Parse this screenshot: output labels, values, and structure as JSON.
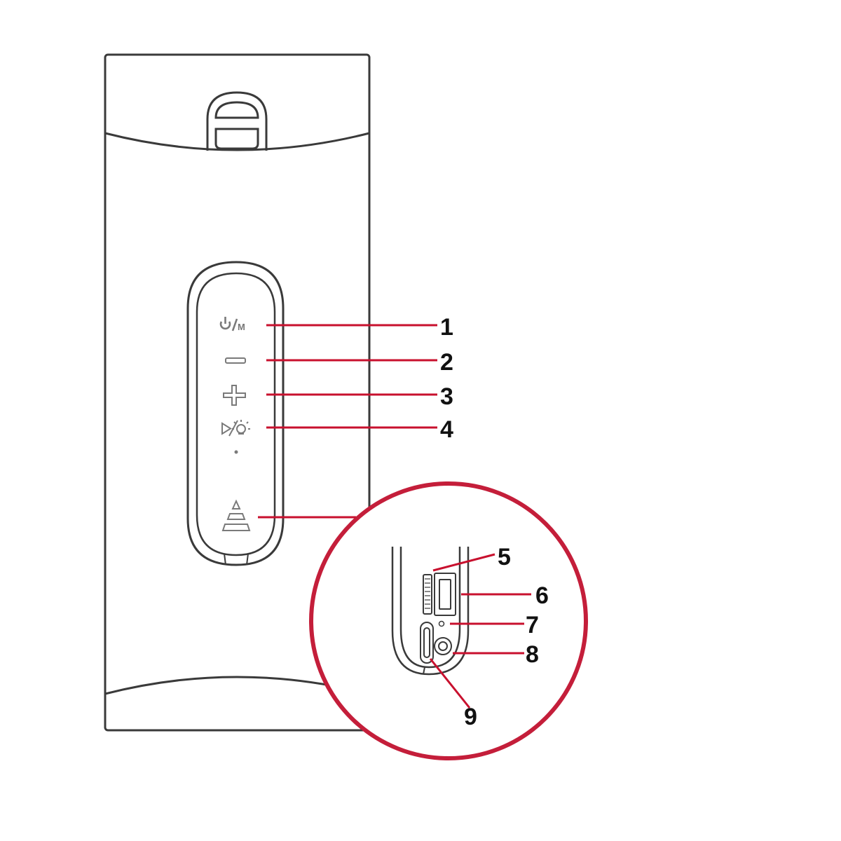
{
  "colors": {
    "outline": "#3a3a3a",
    "icon_gray": "#7a7a7a",
    "leader_red": "#c8102e",
    "circle_red": "#c41e3a",
    "number_black": "#111111"
  },
  "callouts": [
    {
      "label": "1",
      "icon": "power-mode-icon",
      "icon_text": "M"
    },
    {
      "label": "2",
      "icon": "volume-down-icon"
    },
    {
      "label": "3",
      "icon": "volume-up-icon"
    },
    {
      "label": "4",
      "icon": "play-light-icon"
    },
    {
      "label": "5",
      "icon": "tf-card-slot-icon"
    },
    {
      "label": "6",
      "icon": "usb-a-port-icon"
    },
    {
      "label": "7",
      "icon": "indicator-led-icon"
    },
    {
      "label": "8",
      "icon": "aux-jack-icon"
    },
    {
      "label": "9",
      "icon": "usb-c-port-icon"
    }
  ]
}
